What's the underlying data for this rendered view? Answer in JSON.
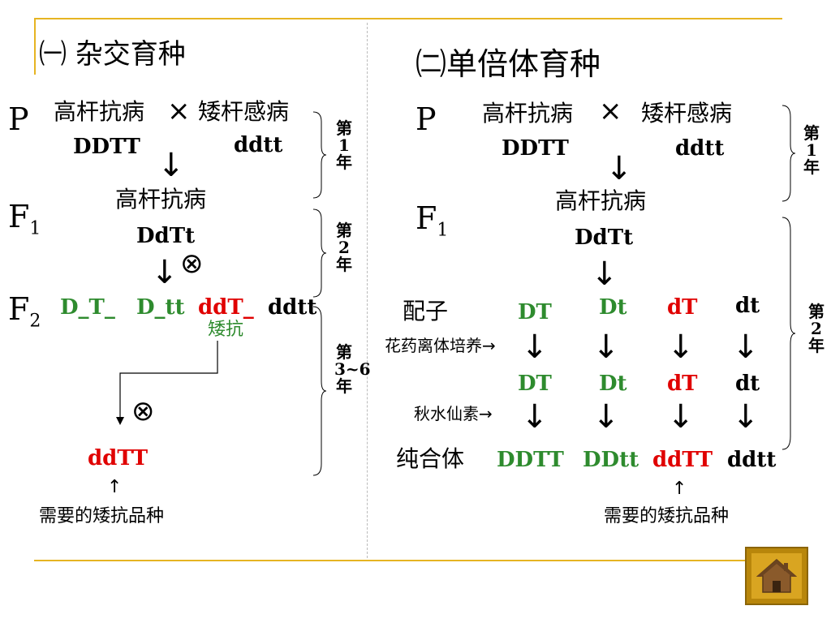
{
  "left": {
    "title": "㈠ 杂交育种",
    "p_label": "P",
    "parent1": "高杆抗病",
    "cross": "×",
    "parent2": "矮杆感病",
    "parent1_geno": "DDTT",
    "parent2_geno": "ddtt",
    "f1_label": "F",
    "f1_sub": "1",
    "f1_pheno": "高杆抗病",
    "f1_geno": "DdTt",
    "self_symbol": "⊗",
    "f2_label": "F",
    "f2_sub": "2",
    "f2_g1": "D_T_",
    "f2_g2": "D_tt",
    "f2_g3": "ddT_",
    "f2_g4": "ddtt",
    "dwarf_resist": "矮抗",
    "self_symbol2": "⊗",
    "result": "ddTT",
    "up_arrow": "↑",
    "needed": "需要的矮抗品种",
    "year1": "第1年",
    "year2": "第2年",
    "year3": "第3~6年"
  },
  "right": {
    "title": "㈡单倍体育种",
    "p_label": "P",
    "parent1": "高杆抗病",
    "cross": "×",
    "parent2": "矮杆感病",
    "parent1_geno": "DDTT",
    "parent2_geno": "ddtt",
    "f1_label": "F",
    "f1_sub": "1",
    "f1_pheno": "高杆抗病",
    "f1_geno": "DdTt",
    "gamete_label": "配子",
    "gametes": [
      "DT",
      "Dt",
      "dT",
      "dt"
    ],
    "anther_culture": "花药离体培养→",
    "haploids": [
      "DT",
      "Dt",
      "dT",
      "dt"
    ],
    "colchicine": "秋水仙素→",
    "homozygote_label": "纯合体",
    "homozygotes": [
      "DDTT",
      "DDtt",
      "ddTT",
      "ddtt"
    ],
    "up_arrow": "↑",
    "needed": "需要的矮抗品种",
    "year1": "第1年",
    "year2": "第2年"
  },
  "colors": {
    "accent_line": "#e6b422",
    "green": "#2e8b2e",
    "red": "#e00000",
    "home_button": "#b8860b"
  },
  "icons": {
    "home": "home-icon"
  }
}
